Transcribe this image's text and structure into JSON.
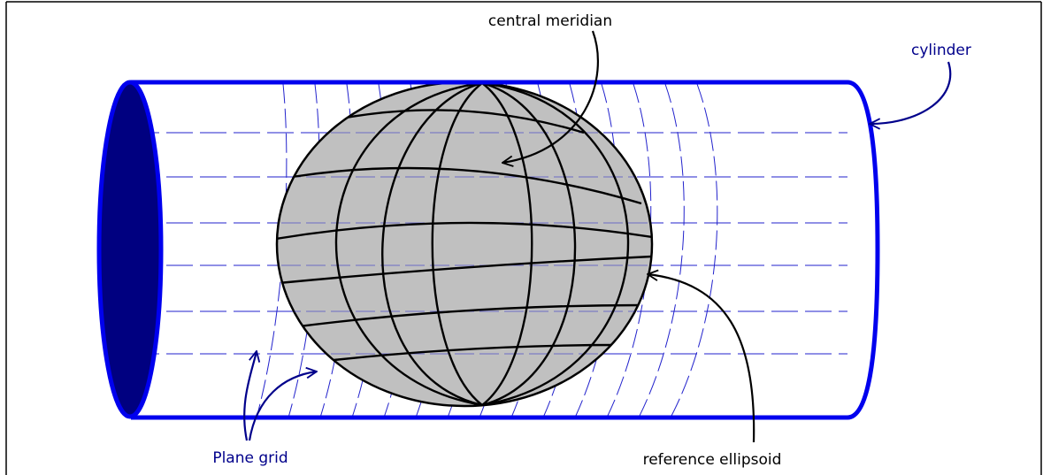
{
  "labels": {
    "central_meridian": "central meridian",
    "cylinder": "cylinder",
    "reference_ellipsoid": "reference ellipsoid",
    "plane_grid": "Plane grid"
  },
  "colors": {
    "cylinder_stroke": "#0000ee",
    "cylinder_end_fill": "#000080",
    "grid_line": "#2222cc",
    "ellipsoid_fill": "#c0c0c0",
    "ellipsoid_stroke": "#000000",
    "label_blue": "#00008b",
    "label_black": "#000000",
    "frame": "#000000"
  }
}
